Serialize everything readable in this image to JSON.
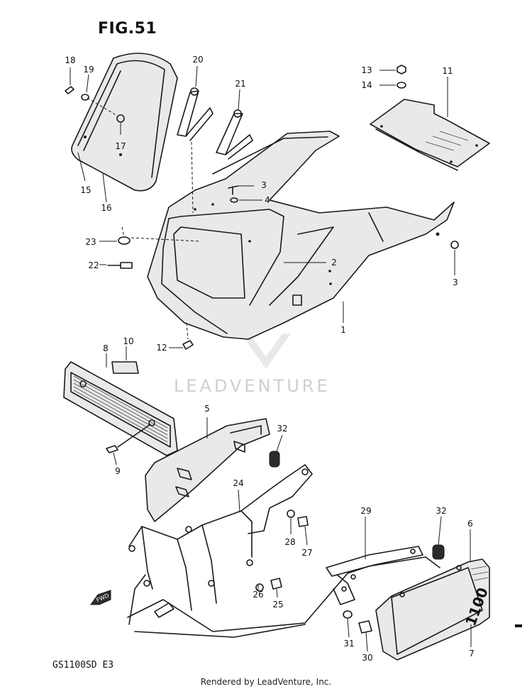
{
  "figure": {
    "title": "FIG.51",
    "model": "GS1100SD  E3"
  },
  "watermark": "LEADVENTURE",
  "footer": "Rendered by LeadVenture, Inc.",
  "fwd_label": "FWD",
  "side_badge": "1100",
  "callouts": [
    {
      "id": "c18",
      "label": "18"
    },
    {
      "id": "c19",
      "label": "19"
    },
    {
      "id": "c20",
      "label": "20"
    },
    {
      "id": "c21",
      "label": "21"
    },
    {
      "id": "c13",
      "label": "13"
    },
    {
      "id": "c11",
      "label": "11"
    },
    {
      "id": "c14",
      "label": "14"
    },
    {
      "id": "c17",
      "label": "17"
    },
    {
      "id": "c15",
      "label": "15"
    },
    {
      "id": "c16",
      "label": "16"
    },
    {
      "id": "c3a",
      "label": "3"
    },
    {
      "id": "c4",
      "label": "4"
    },
    {
      "id": "c23",
      "label": "23"
    },
    {
      "id": "c2",
      "label": "2"
    },
    {
      "id": "c22",
      "label": "22"
    },
    {
      "id": "c3b",
      "label": "3"
    },
    {
      "id": "c1",
      "label": "1"
    },
    {
      "id": "c12",
      "label": "12"
    },
    {
      "id": "c8",
      "label": "8"
    },
    {
      "id": "c10",
      "label": "10"
    },
    {
      "id": "c5",
      "label": "5"
    },
    {
      "id": "c32a",
      "label": "32"
    },
    {
      "id": "c9",
      "label": "9"
    },
    {
      "id": "c24",
      "label": "24"
    },
    {
      "id": "c29",
      "label": "29"
    },
    {
      "id": "c32b",
      "label": "32"
    },
    {
      "id": "c6",
      "label": "6"
    },
    {
      "id": "c28",
      "label": "28"
    },
    {
      "id": "c27",
      "label": "27"
    },
    {
      "id": "c26",
      "label": "26"
    },
    {
      "id": "c25",
      "label": "25"
    },
    {
      "id": "c31",
      "label": "31"
    },
    {
      "id": "c30",
      "label": "30"
    },
    {
      "id": "c7",
      "label": "7"
    }
  ]
}
